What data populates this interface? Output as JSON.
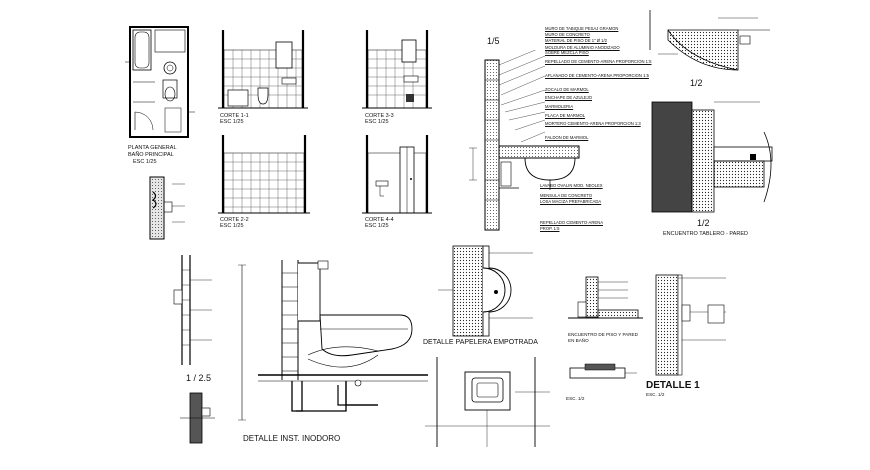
{
  "sheet": {
    "plan": {
      "title": "PLANTA GENERAL",
      "subtitle": "BAÑO PRINCIPAL",
      "scale": "ESC 1/25"
    },
    "corte11": {
      "title": "CORTE 1-1",
      "scale": "ESC 1/25"
    },
    "corte33": {
      "title": "CORTE 3-3",
      "scale": "ESC 1/25"
    },
    "corte22": {
      "title": "CORTE 2-2",
      "scale": "ESC 1/25"
    },
    "corte44": {
      "title": "CORTE 4-4",
      "scale": "ESC 1/25"
    },
    "lavatorio": {
      "scale": "1/5",
      "notes": [
        "MURO DE TABIQUE PESAJ GRAMON",
        "MURO DE CONCRETO",
        "MATERIAL DE PISO DE 1\" Ø 1/2",
        "MOLDURA DE ALUMINIO ANODIZADO",
        "SOBRE MEZCLA PISO",
        "REPELLADO DE CEMENTO-ARENA PROPORCION 1:5",
        "AFLANADO DE CEMENTO-ARENA PROPORCION 1:5",
        "ZOCALO DE MARMOL",
        "ENCHAPE DE AZULEJO",
        "MARMOLERIA",
        "PLACA DE MARMOL",
        "MORTERO CEMENTO-ARENA PROPORCION 1:3",
        "FALDON DE MARMOL",
        "LAVABO OVALIN MOD. NEOLEX",
        "MENSULA DE CONCRETO",
        "LOSA MACIZA PREFABRICADA",
        "REPELLADO CEMENTO-ARENA",
        "PROP. 1:5"
      ]
    },
    "encuentro_tablero": {
      "scale_top": "1/2",
      "scale": "1/2",
      "title": "ENCUENTRO TABLERO - PARED"
    },
    "inodoro": {
      "scale": "1 / 2.5",
      "title": "DETALLE INST. INODORO"
    },
    "papelera": {
      "title": "DETALLE PAPELERA EMPOTRADA"
    },
    "encuentro_piso": {
      "title": "ENCUENTRO DE PISO Y PARED EN BAÑO",
      "scale": "ESC. 1/2"
    },
    "detalle1": {
      "title": "DETALLE 1",
      "scale": "ESC. 1/2"
    }
  }
}
